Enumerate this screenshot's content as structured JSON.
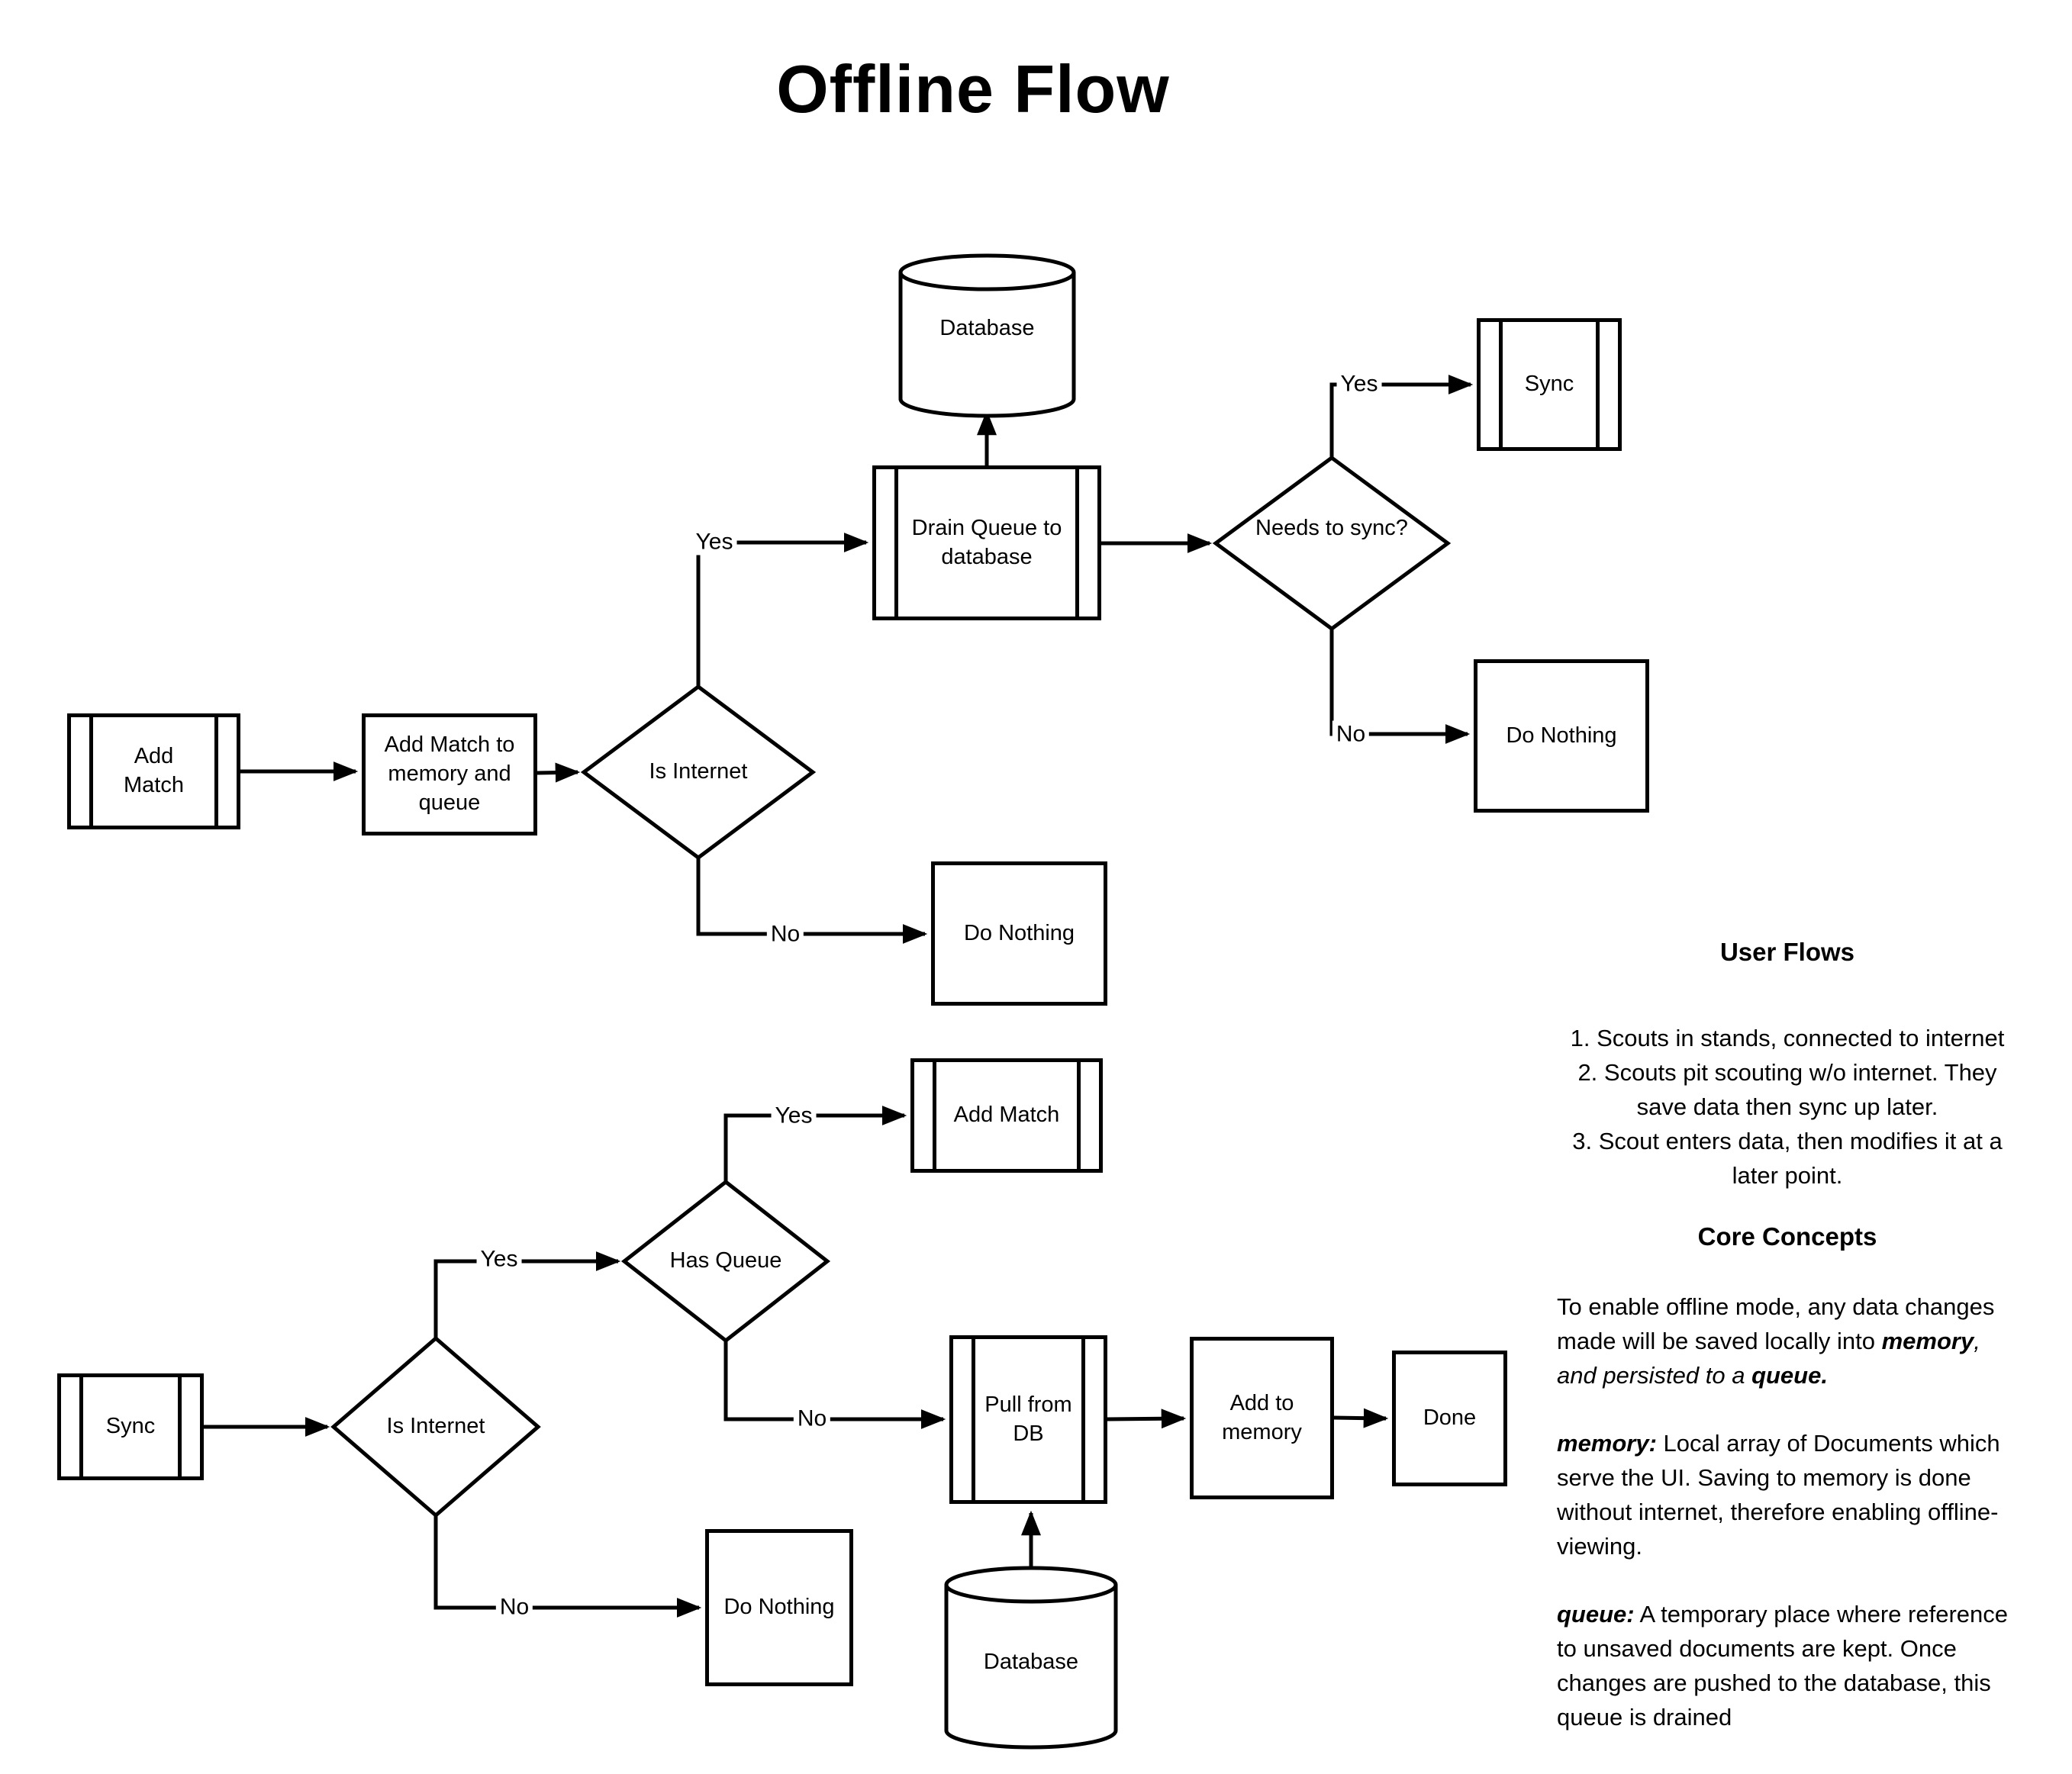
{
  "title": "Offline Flow",
  "colors": {
    "stroke": "#000000",
    "background": "#ffffff"
  },
  "flows": {
    "top": {
      "nodes": {
        "add_match": "Add Match",
        "add_to_memory_queue": "Add Match to memory and queue",
        "is_internet": "Is Internet",
        "drain_queue": "Drain Queue to database",
        "database": "Database",
        "needs_sync": "Needs to sync?",
        "sync": "Sync",
        "do_nothing_sync": "Do Nothing",
        "do_nothing_internet": "Do Nothing"
      },
      "edge_labels": {
        "is_internet_yes": "Yes",
        "is_internet_no": "No",
        "needs_sync_yes": "Yes",
        "needs_sync_no": "No"
      }
    },
    "bottom": {
      "nodes": {
        "sync": "Sync",
        "is_internet": "Is Internet",
        "has_queue": "Has Queue",
        "add_match": "Add Match",
        "pull_from_db": "Pull from DB",
        "add_to_memory": "Add to memory",
        "done": "Done",
        "database": "Database",
        "do_nothing": "Do Nothing"
      },
      "edge_labels": {
        "is_internet_yes": "Yes",
        "is_internet_no": "No",
        "has_queue_yes": "Yes",
        "has_queue_no": "No"
      }
    }
  },
  "panel": {
    "user_flows": {
      "heading": "User Flows",
      "items": [
        "1.  Scouts in stands, connected to internet",
        "2. Scouts pit scouting w/o internet. They save data then sync up later.",
        "3. Scout enters data, then modifies it at a later point."
      ]
    },
    "core_concepts": {
      "heading": "Core Concepts",
      "para1_seg1": "To enable offline mode, any data changes made will be saved locally into ",
      "para1_seg2": "memory",
      "para1_seg3": ", and persisted to a ",
      "para1_seg4": "queue.",
      "para2_lead": "memory:",
      "para2_rest": " Local array of Documents which serve the UI.  Saving to memory is done without internet, therefore enabling offline-viewing.",
      "para3_lead": "queue:",
      "para3_rest": " A temporary place where reference to unsaved documents are kept.  Once changes are pushed to the database, this queue is drained"
    }
  }
}
